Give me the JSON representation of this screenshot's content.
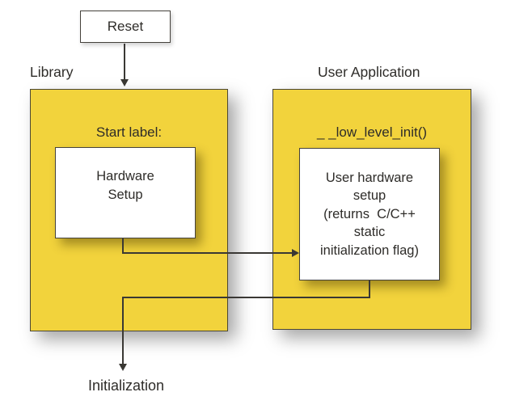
{
  "diagram": {
    "reset": {
      "label": "Reset"
    },
    "library": {
      "title": "Library",
      "start_label": "Start label:",
      "hardware_setup_lines": [
        "Hardware",
        "Setup"
      ]
    },
    "user_application": {
      "title": "User Application",
      "function_label": "_ _low_level_init()",
      "user_hw_lines": [
        "User hardware",
        "setup",
        "(returns  C/C++",
        "static",
        "initialization flag)"
      ]
    },
    "initialization": {
      "label": "Initialization"
    },
    "colors": {
      "panel_fill": "#F2D33C",
      "panel_border": "#4B4736",
      "connector": "#3A3834",
      "text": "#2E2C29",
      "node_fill": "#FFFFFF"
    }
  }
}
